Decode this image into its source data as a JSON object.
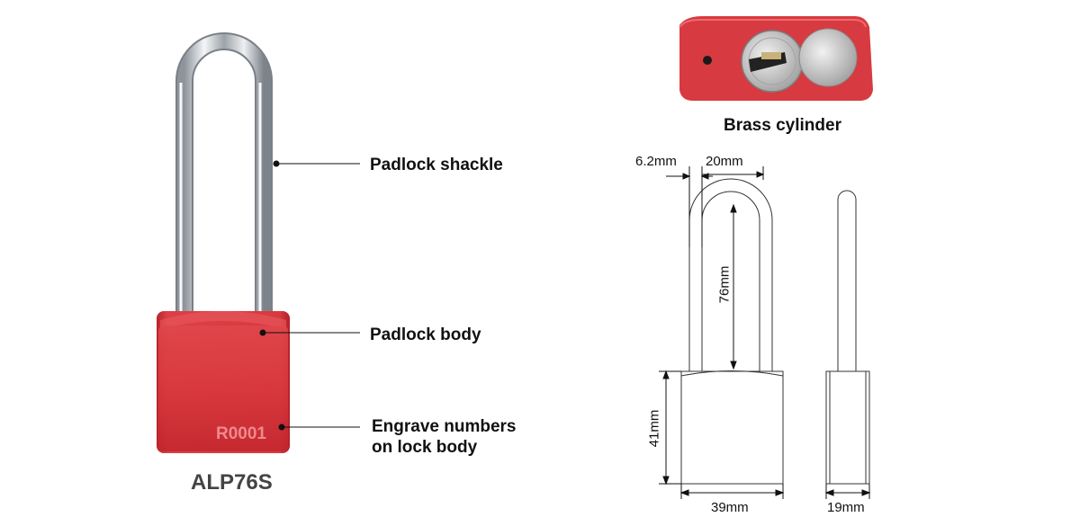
{
  "product": {
    "model": "ALP76S",
    "engraving": "R0001",
    "colors": {
      "body": "#d9383e",
      "body_dark": "#b52229",
      "steel": "#d5d8dc",
      "brass": "#cfcfcf"
    }
  },
  "callouts": {
    "shackle": "Padlock shackle",
    "body": "Padlock body",
    "engrave_line1": "Engrave numbers",
    "engrave_line2": "on lock body"
  },
  "cylinder": {
    "caption": "Brass cylinder"
  },
  "dimensions": {
    "shackle_diameter": "6.2mm",
    "shackle_width": "20mm",
    "shackle_height": "76mm",
    "body_height": "41mm",
    "body_width": "39mm",
    "body_thickness": "19mm"
  }
}
